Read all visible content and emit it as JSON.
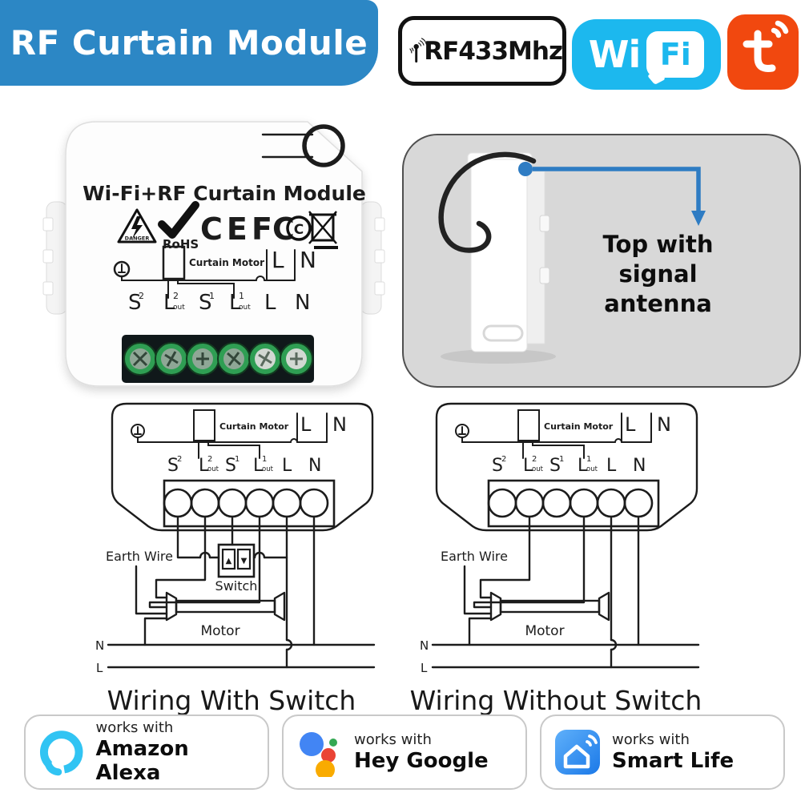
{
  "colors": {
    "banner_blue": "#2c87c5",
    "wifi_cyan": "#1cb8ee",
    "tuya_orange": "#f1480f",
    "panel_gray": "#d8d8d8",
    "arrow_blue": "#2e7cc3",
    "terminal_green": "#2f9e53",
    "alexa_cyan": "#31c4f3",
    "google_blue": "#4285f4",
    "google_red": "#ea4335",
    "google_yellow": "#f9ab00",
    "google_green": "#34a853",
    "smartlife_blue": "#1b79e8"
  },
  "header": {
    "title": "RF Curtain Module",
    "rf433_label": "RF433Mhz",
    "wifi_wi": "Wi",
    "wifi_fi": "Fi"
  },
  "product": {
    "name": "Wi-Fi+RF Curtain Module",
    "danger": "DANGER",
    "rohs": "RoHS",
    "ce": "CE",
    "fcc": "FC",
    "fcc_c": "C"
  },
  "module_print": {
    "curtain_motor": "Curtain Motor",
    "top_l": "L",
    "top_n": "N",
    "s2_main": "S",
    "s2_sup": "2",
    "l2_main": "L",
    "l2_sup": "2",
    "l2_sub": "out",
    "s1_main": "S",
    "s1_sup": "1",
    "l1_main": "L",
    "l1_sup": "1",
    "l1_sub": "out",
    "l_label": "L",
    "n_label": "N"
  },
  "antenna_panel": {
    "line1": "Top with",
    "line2": "signal antenna"
  },
  "diagrams": {
    "with_switch": {
      "caption": "Wiring With Switch",
      "earth_wire": "Earth Wire",
      "switch_label": "Switch",
      "up": "▲",
      "down": "▼",
      "motor": "Motor",
      "n": "N",
      "l": "L"
    },
    "without_switch": {
      "caption": "Wiring Without Switch",
      "earth_wire": "Earth Wire",
      "motor": "Motor",
      "n": "N",
      "l": "L"
    }
  },
  "badges": [
    {
      "prefix": "works with",
      "name": "Amazon Alexa"
    },
    {
      "prefix": "works with",
      "name": "Hey Google"
    },
    {
      "prefix": "works with",
      "name": "Smart Life"
    }
  ]
}
